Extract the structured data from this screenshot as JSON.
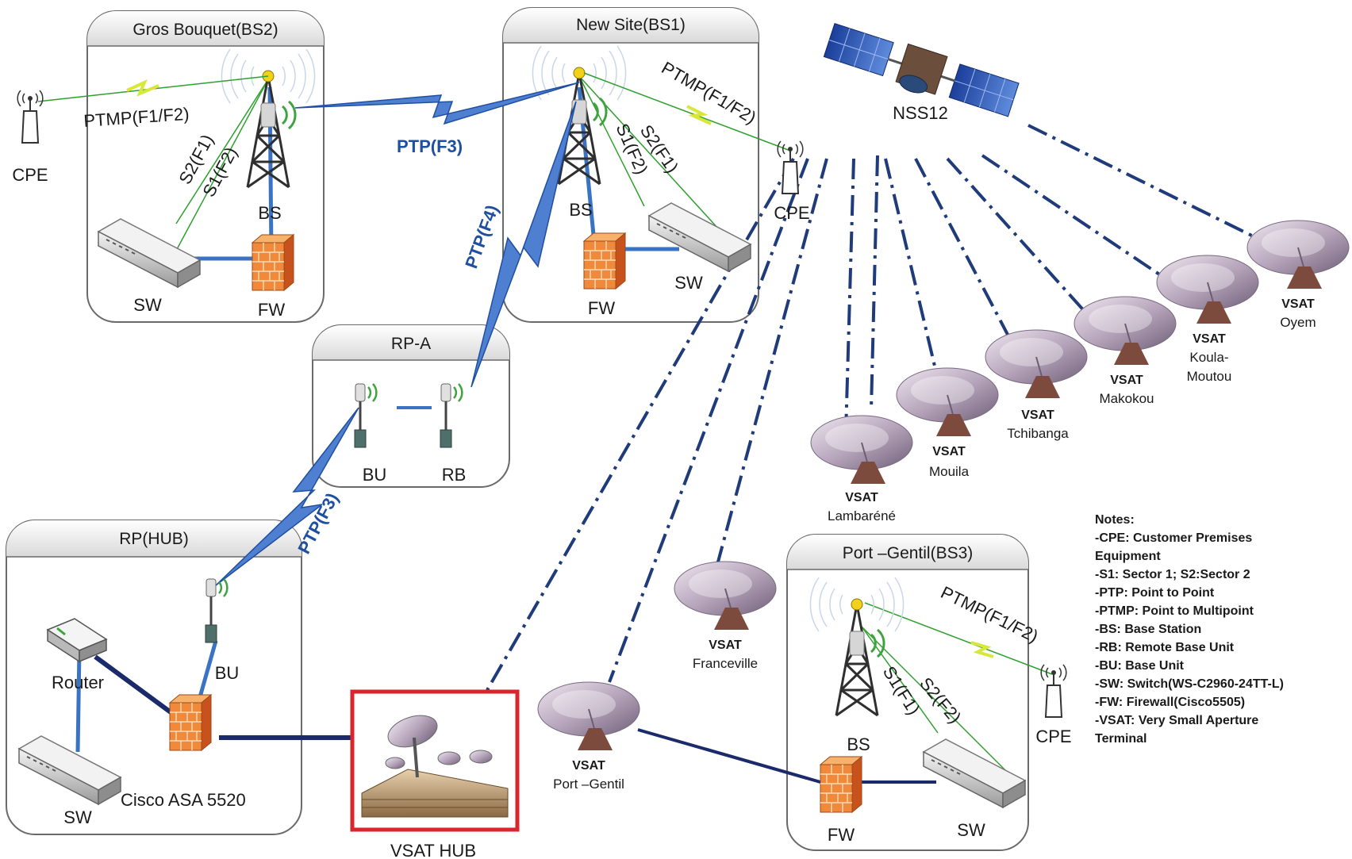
{
  "diagram": {
    "sites": {
      "bs2": {
        "title": "Gros Bouquet(BS2)",
        "bs": "BS",
        "sw": "SW",
        "fw": "FW",
        "cpe": "CPE",
        "ptmp": "PTMP(F1/F2)",
        "s2": "S2(F1)",
        "s1": "S1(F2)"
      },
      "bs1": {
        "title": "New Site(BS1)",
        "bs": "BS",
        "sw": "SW",
        "fw": "FW",
        "cpe": "CPE",
        "ptmp": "PTMP(F1/F2)",
        "s1": "S1(F2)",
        "s2": "S2(F1)"
      },
      "rpa": {
        "title": "RP-A",
        "bu": "BU",
        "rb": "RB"
      },
      "hub": {
        "title": "RP(HUB)",
        "router": "Router",
        "sw": "SW",
        "asa": "Cisco ASA 5520",
        "bu": "BU"
      },
      "bs3": {
        "title": "Port –Gentil(BS3)",
        "bs": "BS",
        "sw": "SW",
        "fw": "FW",
        "cpe": "CPE",
        "ptmp": "PTMP(F1/F2)",
        "s1": "S1(F1)",
        "s2": "S2(F2)"
      }
    },
    "links": {
      "ptp_f3_top": "PTP(F3)",
      "ptp_f4": "PTP(F4)",
      "ptp_f3_hub": "PTP(F3)"
    },
    "satellite": "NSS12",
    "vsat_hub": "VSAT HUB",
    "vsat_prefix": "VSAT",
    "vsats": {
      "oyem": "Oyem",
      "koula1": "Koula-",
      "koula2": "Moutou",
      "makokou": "Makokou",
      "tchibanga": "Tchibanga",
      "mouila": "Mouila",
      "lambarene": "Lambaréné",
      "franceville": "Franceville",
      "portgentil": "Port –Gentil"
    },
    "notes": [
      "Notes:",
      "-CPE: Customer Premises",
      "Equipment",
      "-S1: Sector 1; S2:Sector 2",
      "-PTP: Point to Point",
      "-PTMP: Point to Multipoint",
      "-BS: Base Station",
      "-RB: Remote Base Unit",
      "-BU: Base Unit",
      "-SW: Switch(WS-C2960-24TT-L)",
      "-FW: Firewall(Cisco5505)",
      "-VSAT: Very Small Aperture",
      "Terminal"
    ]
  }
}
